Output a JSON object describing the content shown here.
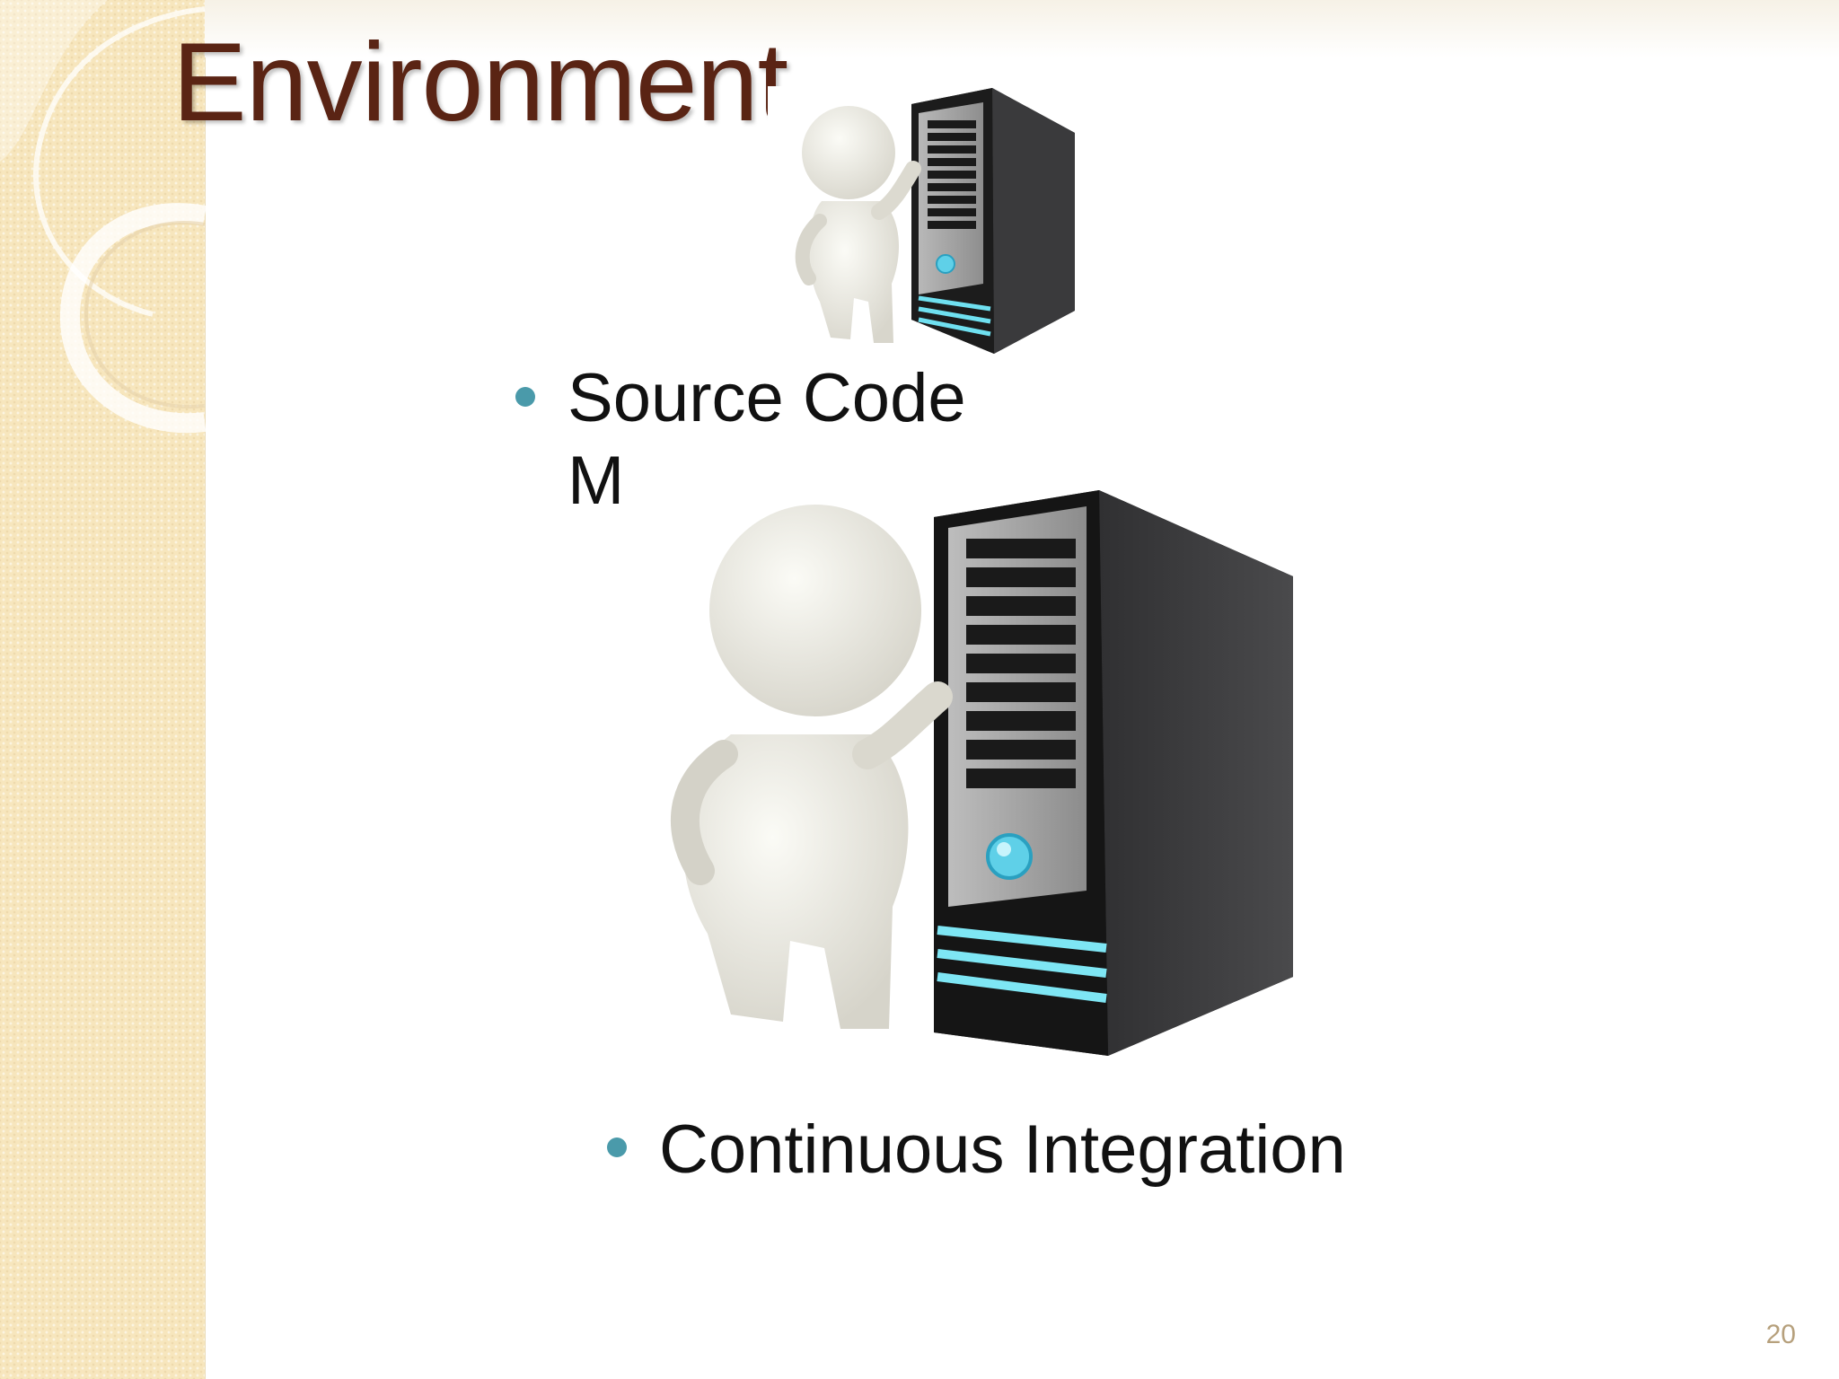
{
  "slide": {
    "title": "Environment",
    "page_number": "20"
  },
  "bullets": [
    {
      "line1": "Source Code",
      "line2": "M"
    },
    {
      "text": "Continuous Integration"
    }
  ],
  "images": [
    {
      "name": "person-leaning-on-server-small"
    },
    {
      "name": "person-leaning-on-server-large"
    }
  ],
  "colors": {
    "title": "#5a2414",
    "bullet": "#4a9aaa",
    "sidebar": "#f7e6bd",
    "page_number": "#b6a07c"
  }
}
